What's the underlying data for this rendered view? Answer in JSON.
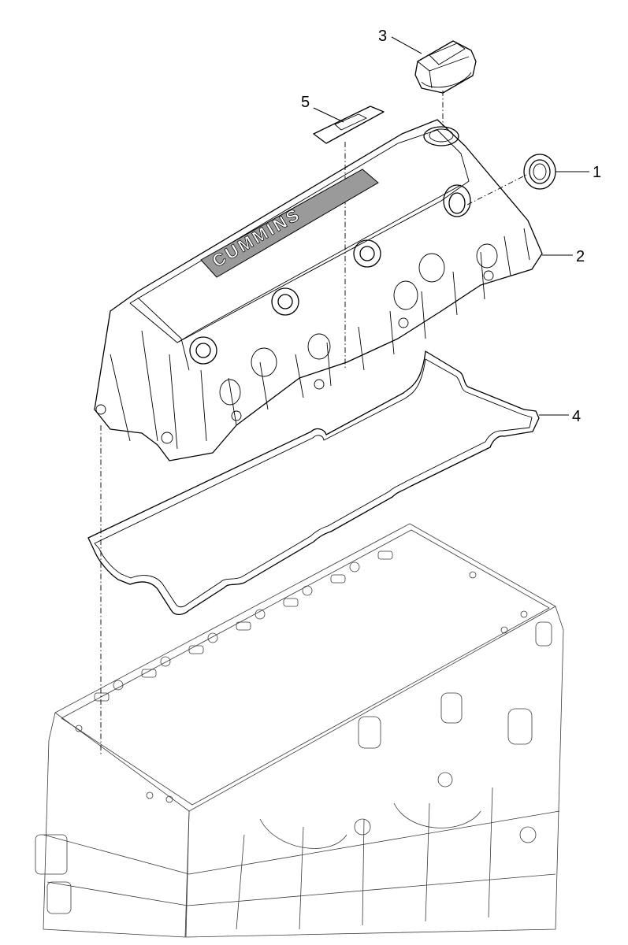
{
  "callouts": [
    {
      "id": "1",
      "label": "1"
    },
    {
      "id": "2",
      "label": "2"
    },
    {
      "id": "3",
      "label": "3"
    },
    {
      "id": "4",
      "label": "4"
    },
    {
      "id": "5",
      "label": "5"
    }
  ],
  "cover_logo_text": "CUMMINS",
  "colors": {
    "line": "#000000",
    "background": "#ffffff",
    "logo_fill": "#9a9a9a"
  }
}
